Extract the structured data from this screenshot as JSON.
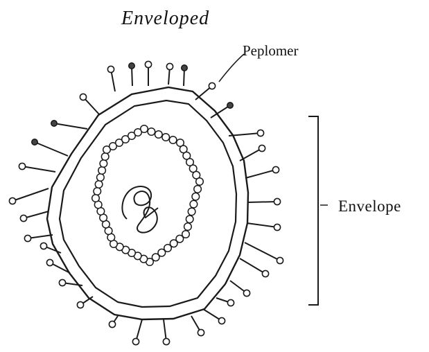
{
  "figure": {
    "title": "Enveloped",
    "labels": {
      "peplomer": "Peplomer",
      "envelope": "Envelope"
    },
    "colors": {
      "ink": "#1a1a1a",
      "background": "#ffffff"
    }
  }
}
